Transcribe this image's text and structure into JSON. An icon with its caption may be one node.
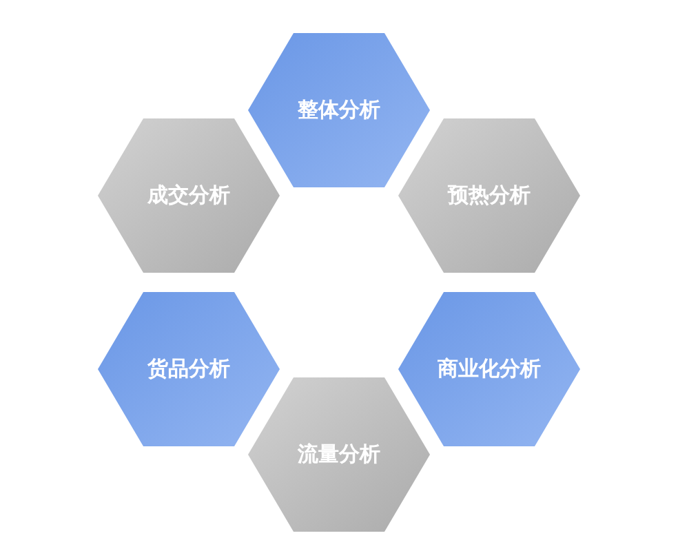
{
  "diagram": {
    "nodes": [
      {
        "text": [
          "整体分析"
        ]
      },
      {
        "text": [
          "成交分析"
        ]
      },
      {
        "text": [
          "预热分析"
        ]
      },
      {
        "text": [
          "货品分析"
        ]
      },
      {
        "text": [
          "商业化分析"
        ]
      },
      {
        "text": [
          "流量分析"
        ]
      }
    ]
  }
}
